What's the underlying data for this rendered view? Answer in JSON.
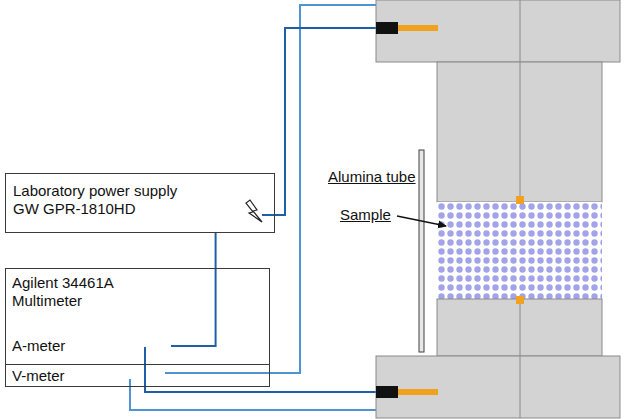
{
  "diagram": {
    "nodes": [
      {
        "text": [
          "Laboratory power supply GW GPR-1810HD"
        ]
      },
      {
        "text": [
          "Agilent 34461A Multimeter"
        ]
      },
      {
        "text": [
          "A-meter"
        ],
        "in": 1
      },
      {
        "text": [
          "V-meter"
        ],
        "in": 1
      }
    ],
    "edges": [
      {
        "from": 0,
        "to": 2,
        "arrow": "none"
      }
    ],
    "labels": [
      "Alumina tube",
      "Sample"
    ]
  }
}
